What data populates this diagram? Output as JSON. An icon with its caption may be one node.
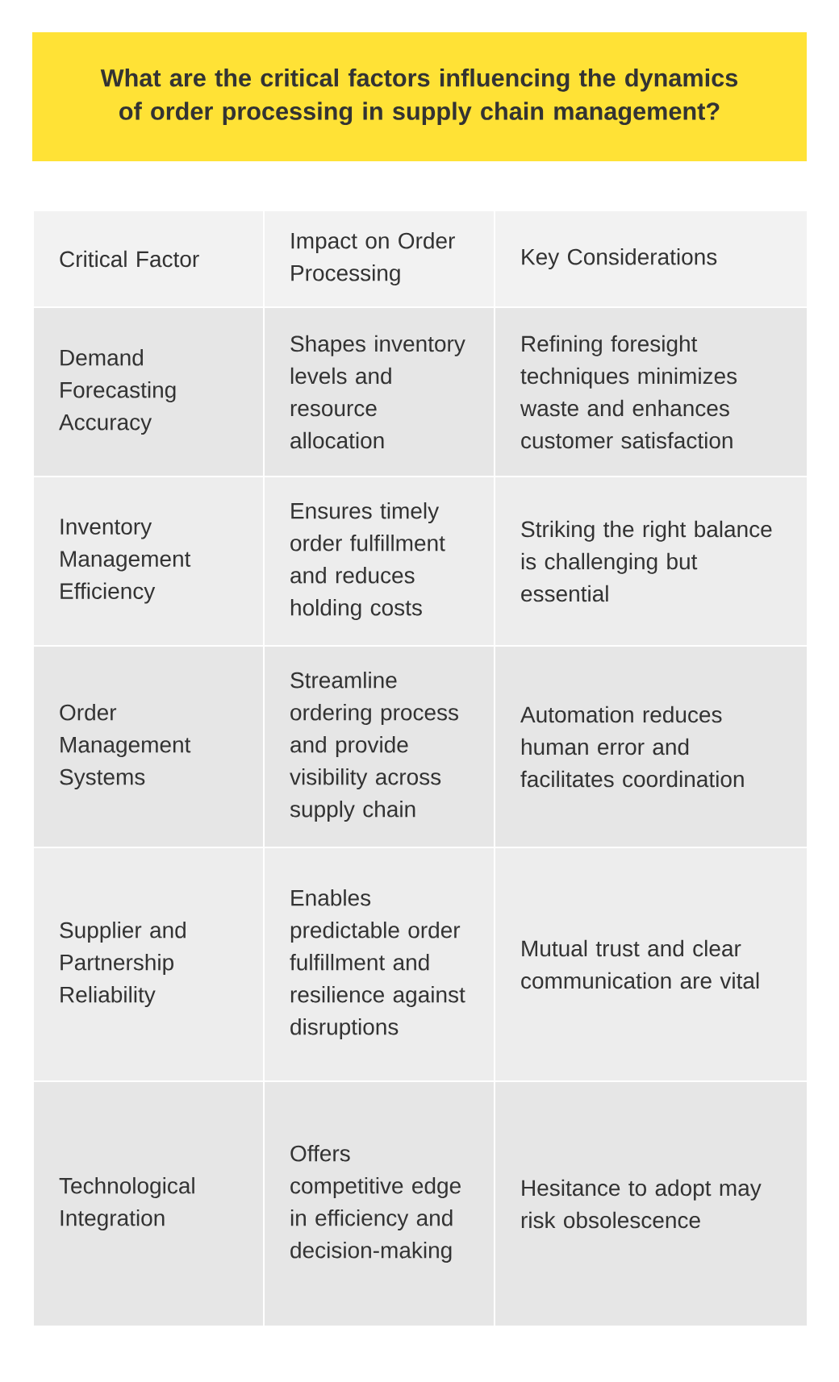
{
  "diagram": {
    "title": "What are the critical factors influencing the dynamics of order processing in supply chain management?",
    "labels": [
      "Critical Factor",
      "Impact on Order Processing",
      "Key Considerations",
      "Demand Forecasting Accuracy",
      "Shapes inventory levels and resource allocation",
      "Refining foresight techniques minimizes waste and enhances customer satisfaction",
      "Inventory Management Efficiency",
      "Ensures timely order fulfillment and reduces holding costs",
      "Striking the right balance is challenging but essential",
      "Order Management Systems",
      "Streamline ordering process and provide visibility across supply chain",
      "Automation reduces human error and facilitates coordination",
      "Supplier and Partnership Reliability",
      "Enables predictable order fulfillment and resilience against disruptions",
      "Mutual trust and clear communication are vital",
      "Technological Integration",
      "Offers competitive edge in efficiency and decision-making",
      "Hesitance to adopt may risk obsolescence"
    ]
  }
}
